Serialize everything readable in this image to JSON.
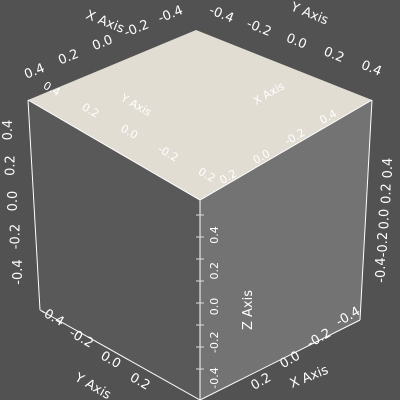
{
  "scene": {
    "background_color": "#525252",
    "top_face_color": "#e2ddd3",
    "left_face_color": "#595959",
    "right_face_color": "#737373",
    "edge_color": "#ffffff"
  },
  "axes": {
    "x_axis_title": "X Axis",
    "y_axis_title": "Y Axis",
    "z_axis_title": "Z Axis"
  },
  "labels": {
    "x_top_left": [
      "0.4",
      "0.2",
      "0.0",
      "-0.2",
      "-0.4"
    ],
    "y_top_right": [
      "-0.4",
      "-0.2",
      "0.0",
      "0.2",
      "0.4"
    ],
    "z_left": [
      "0.4",
      "0.2",
      "0.0",
      "-0.2",
      "-0.4"
    ],
    "z_right": [
      "0.4",
      "0.2",
      "0.0",
      "-0.2",
      "-0.4"
    ],
    "y_bottom_left": [
      "-0.4",
      "-0.2",
      "0.0",
      "0.2"
    ],
    "x_bottom_right": [
      "0.2",
      "0.0",
      "-0.2",
      "-0.4"
    ],
    "z_center": [
      "0.4",
      "0.2",
      "0.0",
      "-0.2",
      "-0.4"
    ],
    "top_face_y": [
      "0.4",
      "0.2",
      "0.0",
      "-0.2",
      "0.2"
    ],
    "top_face_x": [
      "0.2",
      "0.0",
      "-0.2",
      "0.4"
    ]
  }
}
